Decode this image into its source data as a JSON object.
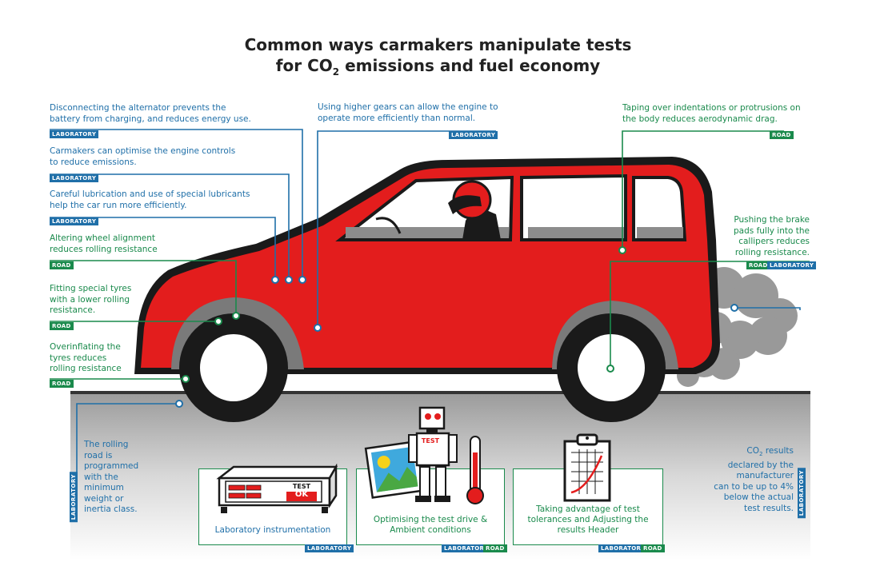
{
  "title": {
    "line1": "Common ways carmakers manipulate tests",
    "line2_a": "for CO",
    "line2_sub": "2",
    "line2_b": " emissions and fuel economy"
  },
  "notes": {
    "alternator": "Disconnecting the alternator prevents the\nbattery from charging, and reduces energy use.",
    "engine": "Carmakers can optimise the engine controls\nto reduce emissions.",
    "lubrication": "Careful lubrication and use of special lubricants\nhelp the car run more efficiently.",
    "alignment": "Altering wheel alignment\nreduces rolling resistance",
    "tyres": "Fitting special tyres\nwith a lower rolling\nresistance.",
    "overinflating": "Overinflating the\ntyres reduces\nrolling resistance",
    "gears": "Using higher gears can allow the engine to\noperate more efficiently than normal.",
    "taping": "Taping over indentations or protrusions on\nthe body reduces aerodynamic drag.",
    "brakes": "Pushing the brake\npads fully into the\ncallipers reduces\nrolling resistance.",
    "rolling_road": "The rolling\nroad is\nprogrammed\nwith the\nminimum\nweight or\ninertia class.",
    "co2_a": "CO",
    "co2_sub": "2",
    "co2_b": " results\ndeclared by the\nmanufacturer\ncan to be up to 4%\nbelow the actual\ntest results."
  },
  "tags": {
    "laboratory": "LABORATORY",
    "road": "ROAD"
  },
  "boxes": {
    "instrumentation": "Laboratory instrumentation",
    "test_drive": "Optimising the test drive &\nAmbient conditions",
    "tolerances": "Taking advantage of test\ntolerances and Adjusting the\nresults Header"
  },
  "device": {
    "line1": "TEST",
    "line2": "OK"
  },
  "robot": {
    "chest": "TEST"
  },
  "colors": {
    "lab_blue": "#1f6fa8",
    "road_green": "#1a8a4c",
    "car_red": "#e31d1d",
    "exhaust_grey": "#8a8a8a"
  }
}
